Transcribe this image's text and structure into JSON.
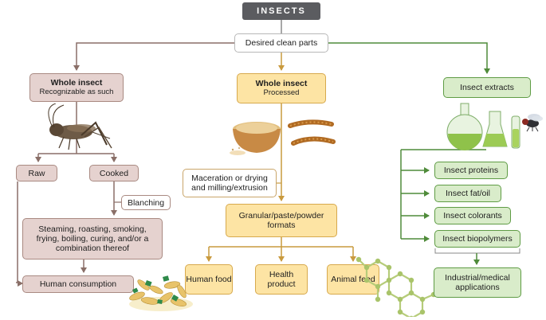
{
  "title": "INSECTS",
  "desired": "Desired clean parts",
  "left": {
    "title": "Whole insect",
    "subtitle": "Recognizable as such",
    "raw": "Raw",
    "cooked": "Cooked",
    "blanching": "Blanching",
    "methods": "Steaming, roasting, smoking, frying, boiling, curing, and/or a combination thereof",
    "consumption": "Human consumption"
  },
  "middle": {
    "title": "Whole insect",
    "subtitle": "Processed",
    "maceration": "Maceration or drying and milling/extrusion",
    "formats": "Granular/paste/powder formats",
    "outputs": [
      "Human food",
      "Health product",
      "Animal feed"
    ]
  },
  "right": {
    "extracts": "Insect extracts",
    "items": [
      "Insect proteins",
      "Insect fat/oil",
      "Insect colorants",
      "Insect biopolymers"
    ],
    "applications": "Industrial/medical applications"
  },
  "colors": {
    "brown": "#a98a82",
    "yellow": "#d7a94d",
    "green": "#5f9c45",
    "header": "#5b5c60"
  },
  "illustrations": [
    "cricket-icon",
    "powder-bowl-icon",
    "mealworm-icon",
    "flask-icon",
    "fly-icon",
    "snack-pile-icon",
    "molecule-icon"
  ]
}
